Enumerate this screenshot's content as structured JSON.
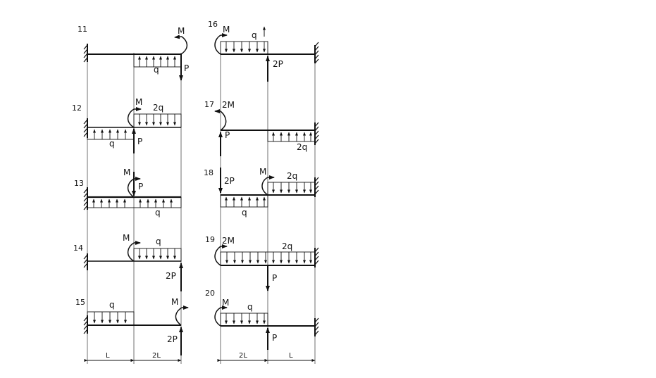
{
  "problems": [
    {
      "num": "11",
      "labels": {
        "M": "M",
        "q": "q",
        "P": "P"
      }
    },
    {
      "num": "12",
      "labels": {
        "M": "M",
        "q2": "2q",
        "q": "q",
        "P": "P"
      }
    },
    {
      "num": "13",
      "labels": {
        "M": "M",
        "P": "P",
        "q": "q"
      }
    },
    {
      "num": "14",
      "labels": {
        "M": "M",
        "q": "q",
        "P": "2P"
      }
    },
    {
      "num": "15",
      "labels": {
        "q": "q",
        "M": "M",
        "P": "2P"
      }
    },
    {
      "num": "16",
      "labels": {
        "M": "M",
        "q": "q",
        "P": "2P"
      }
    },
    {
      "num": "17",
      "labels": {
        "M": "2M",
        "P": "P",
        "q": "2q"
      }
    },
    {
      "num": "18",
      "labels": {
        "P": "2P",
        "M": "M",
        "q2": "2q",
        "q": "q"
      }
    },
    {
      "num": "19",
      "labels": {
        "M": "2M",
        "q": "2q",
        "P": "P"
      }
    },
    {
      "num": "20",
      "labels": {
        "M": "M",
        "q": "q",
        "P": "P"
      }
    }
  ],
  "dimensions": {
    "left": [
      "L",
      "2L"
    ],
    "right": [
      "2L",
      "L"
    ]
  }
}
